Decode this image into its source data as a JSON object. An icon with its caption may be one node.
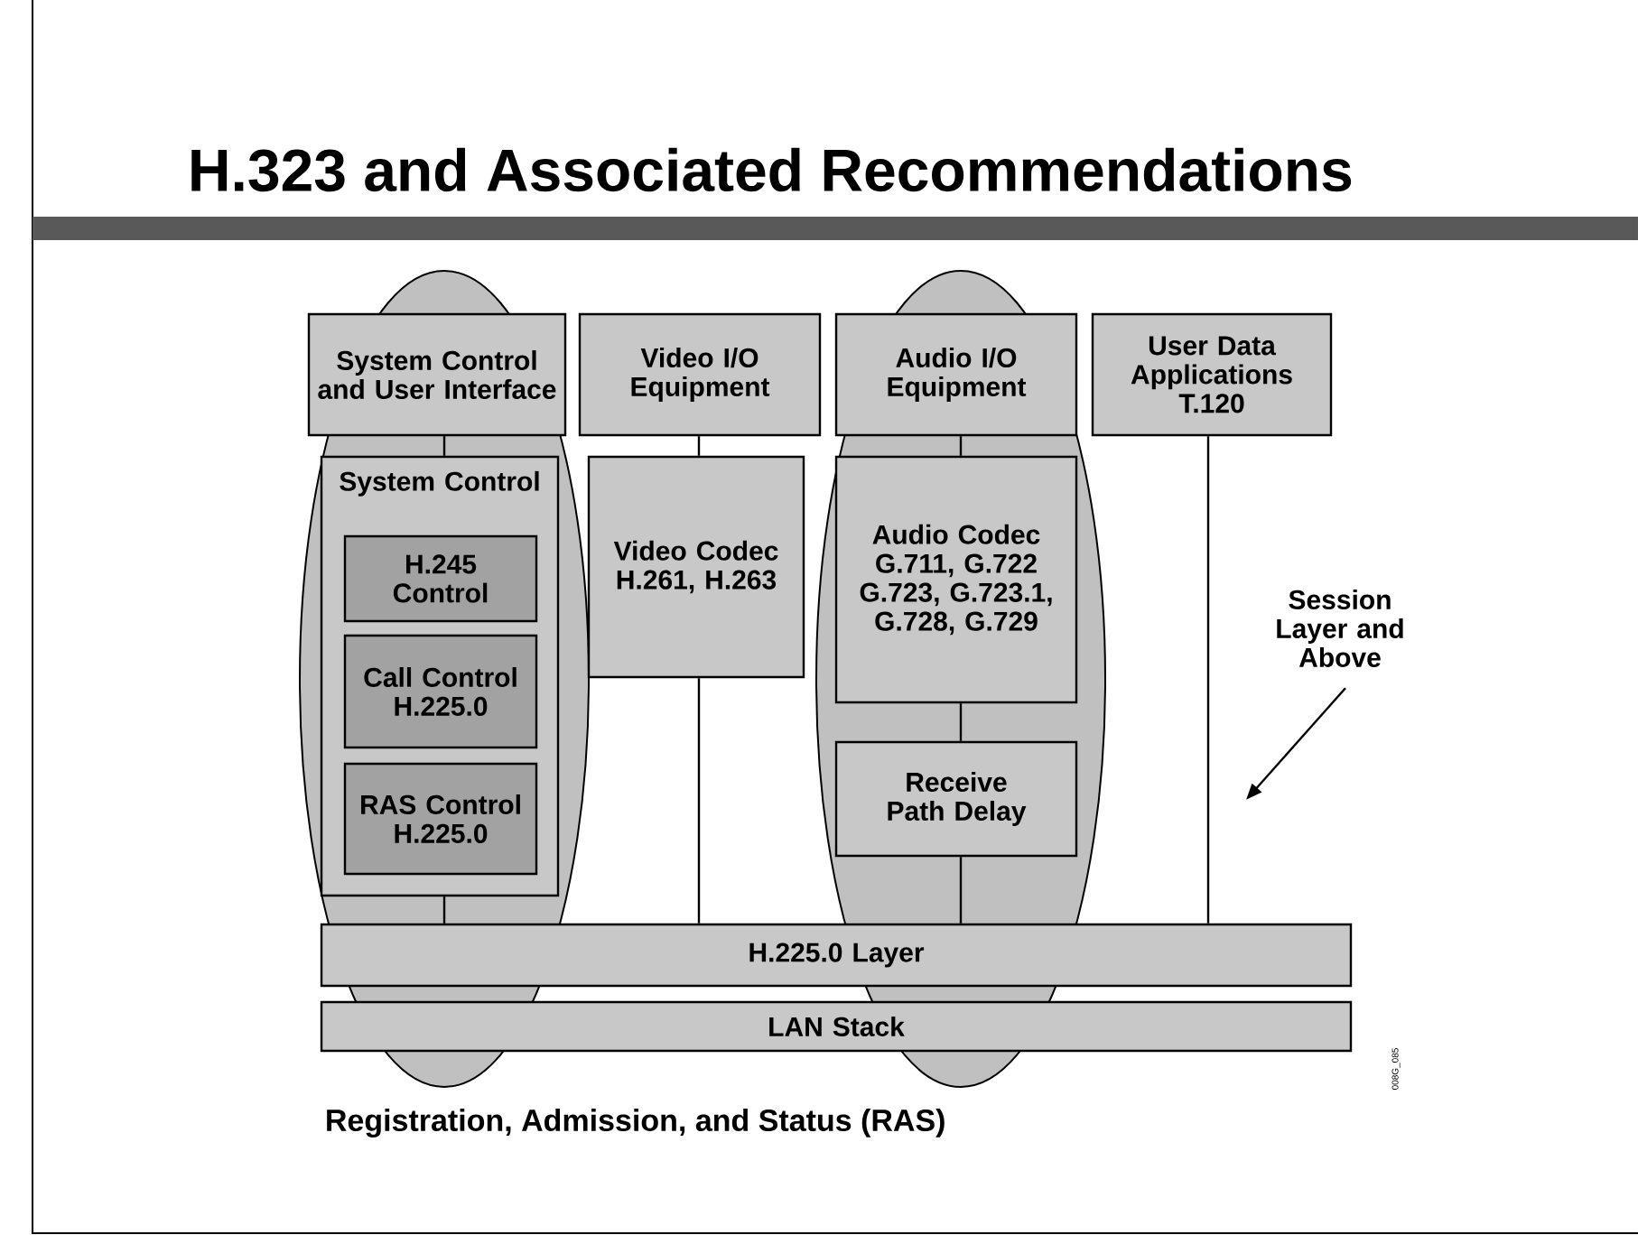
{
  "diagram": {
    "title": "H.323 and Associated Recommendations",
    "nodes": [
      {
        "text": [
          "System Control and User Interface"
        ]
      },
      {
        "text": [
          "Video I/O Equipment"
        ]
      },
      {
        "text": [
          "Audio I/O Equipment"
        ]
      },
      {
        "text": [
          "User Data Applications T.120"
        ]
      },
      {
        "text": [
          "System Control"
        ]
      },
      {
        "text": [
          "H.245 Control"
        ],
        "in": 4
      },
      {
        "text": [
          "Call Control H.225.0"
        ],
        "in": 4
      },
      {
        "text": [
          "RAS Control H.225.0"
        ],
        "in": 4
      },
      {
        "text": [
          "Video Codec H.261, H.263"
        ]
      },
      {
        "text": [
          "Audio Codec G.711, G.722 G.723, G.723.1, G.728, G.729"
        ]
      },
      {
        "text": [
          "Receive Path Delay"
        ]
      },
      {
        "text": [
          "H.225.0 Layer"
        ]
      },
      {
        "text": [
          "LAN Stack"
        ]
      },
      {
        "text": [
          "Session Layer and Above"
        ]
      }
    ],
    "edges": [
      {
        "from": 0,
        "to": 4,
        "arrow": "none"
      },
      {
        "from": 4,
        "to": 11,
        "arrow": "none"
      },
      {
        "from": 1,
        "to": 8,
        "arrow": "none"
      },
      {
        "from": 8,
        "to": 11,
        "arrow": "none"
      },
      {
        "from": 2,
        "to": 9,
        "arrow": "none"
      },
      {
        "from": 9,
        "to": 10,
        "arrow": "none"
      },
      {
        "from": 10,
        "to": 11,
        "arrow": "none"
      },
      {
        "from": 3,
        "to": 11,
        "arrow": "none"
      },
      {
        "from": 13,
        "to": null,
        "arrow": "to"
      }
    ],
    "labels": [
      "Registration, Admission, and Status (RAS)",
      "008G_085"
    ]
  }
}
